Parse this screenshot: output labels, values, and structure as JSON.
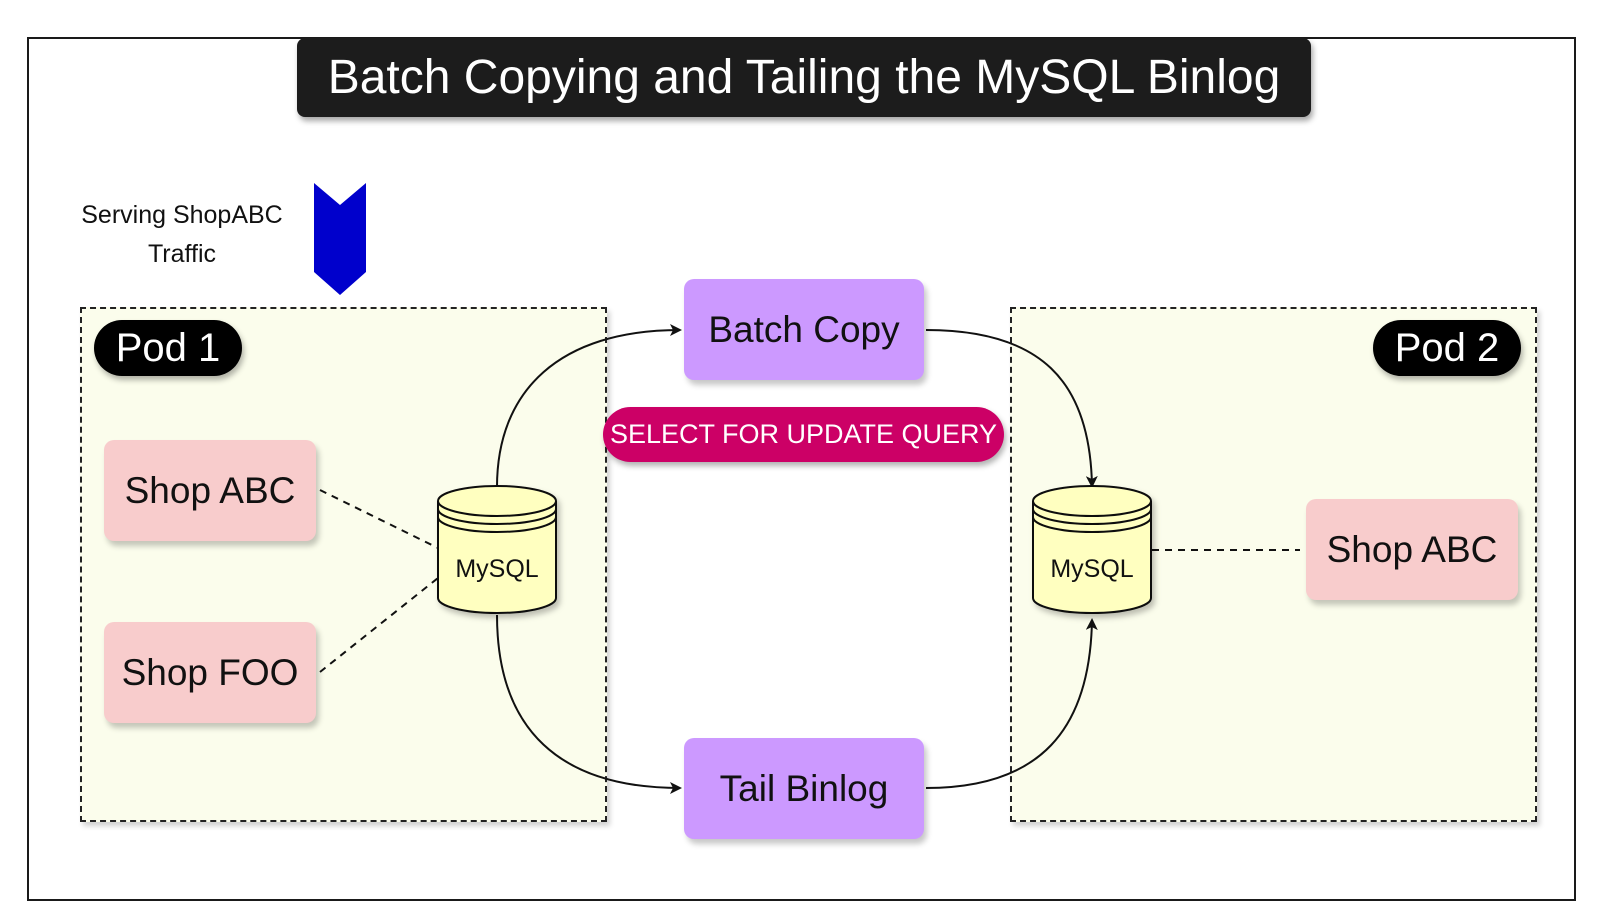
{
  "title": "Batch Copying and Tailing the MySQL Binlog",
  "traffic": {
    "line1": "Serving ShopABC",
    "line2": "Traffic",
    "arrow_icon": "down-chevron-arrow",
    "arrow_color": "#0000cc"
  },
  "pod1": {
    "label": "Pod 1",
    "shops": [
      "Shop ABC",
      "Shop FOO"
    ],
    "db_label": "MySQL"
  },
  "pod2": {
    "label": "Pod 2",
    "shops": [
      "Shop ABC"
    ],
    "db_label": "MySQL"
  },
  "processes": {
    "batch_copy": "Batch Copy",
    "tail_binlog": "Tail Binlog"
  },
  "query_badge": "SELECT FOR UPDATE QUERY",
  "colors": {
    "pod_fill": "#fbfdec",
    "shop_fill": "#f8cccc",
    "process_fill": "#cc99ff",
    "db_fill": "#ffffc0",
    "badge_fill": "#cc0066",
    "title_fill": "#1c1c1c"
  }
}
